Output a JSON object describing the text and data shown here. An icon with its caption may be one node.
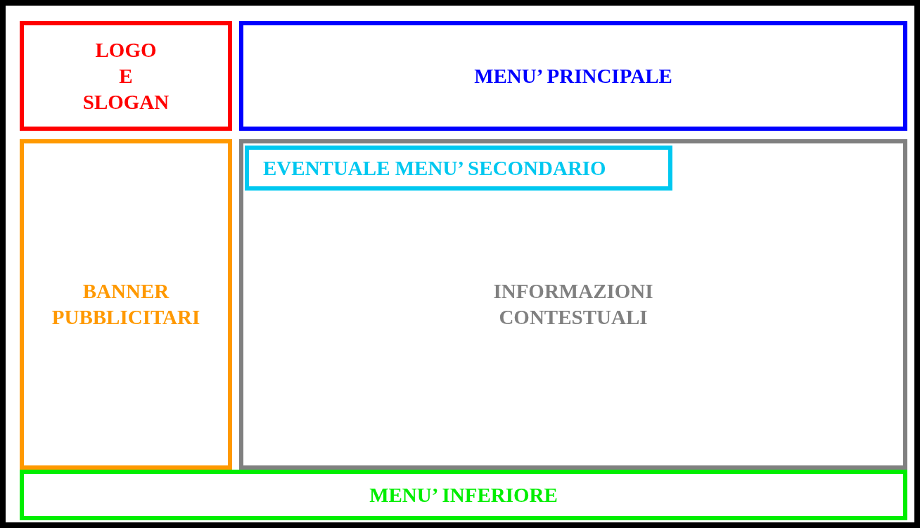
{
  "diagram": {
    "nodes": [
      {
        "text": [],
        "shape": "box"
      },
      {
        "text": [
          "LOGO E SLOGAN"
        ],
        "in": 0
      },
      {
        "text": [
          "MENU’ PRINCIPALE"
        ],
        "in": 0
      },
      {
        "text": [
          "BANNER PUBBLICITARI"
        ],
        "in": 0
      },
      {
        "text": [
          "INFORMAZIONI CONTESTUALI"
        ],
        "in": 0
      },
      {
        "text": [
          "EVENTUALE MENU’ SECONDARIO"
        ],
        "in": 4
      },
      {
        "text": [
          "MENU’ INFERIORE"
        ],
        "in": 0
      }
    ]
  }
}
